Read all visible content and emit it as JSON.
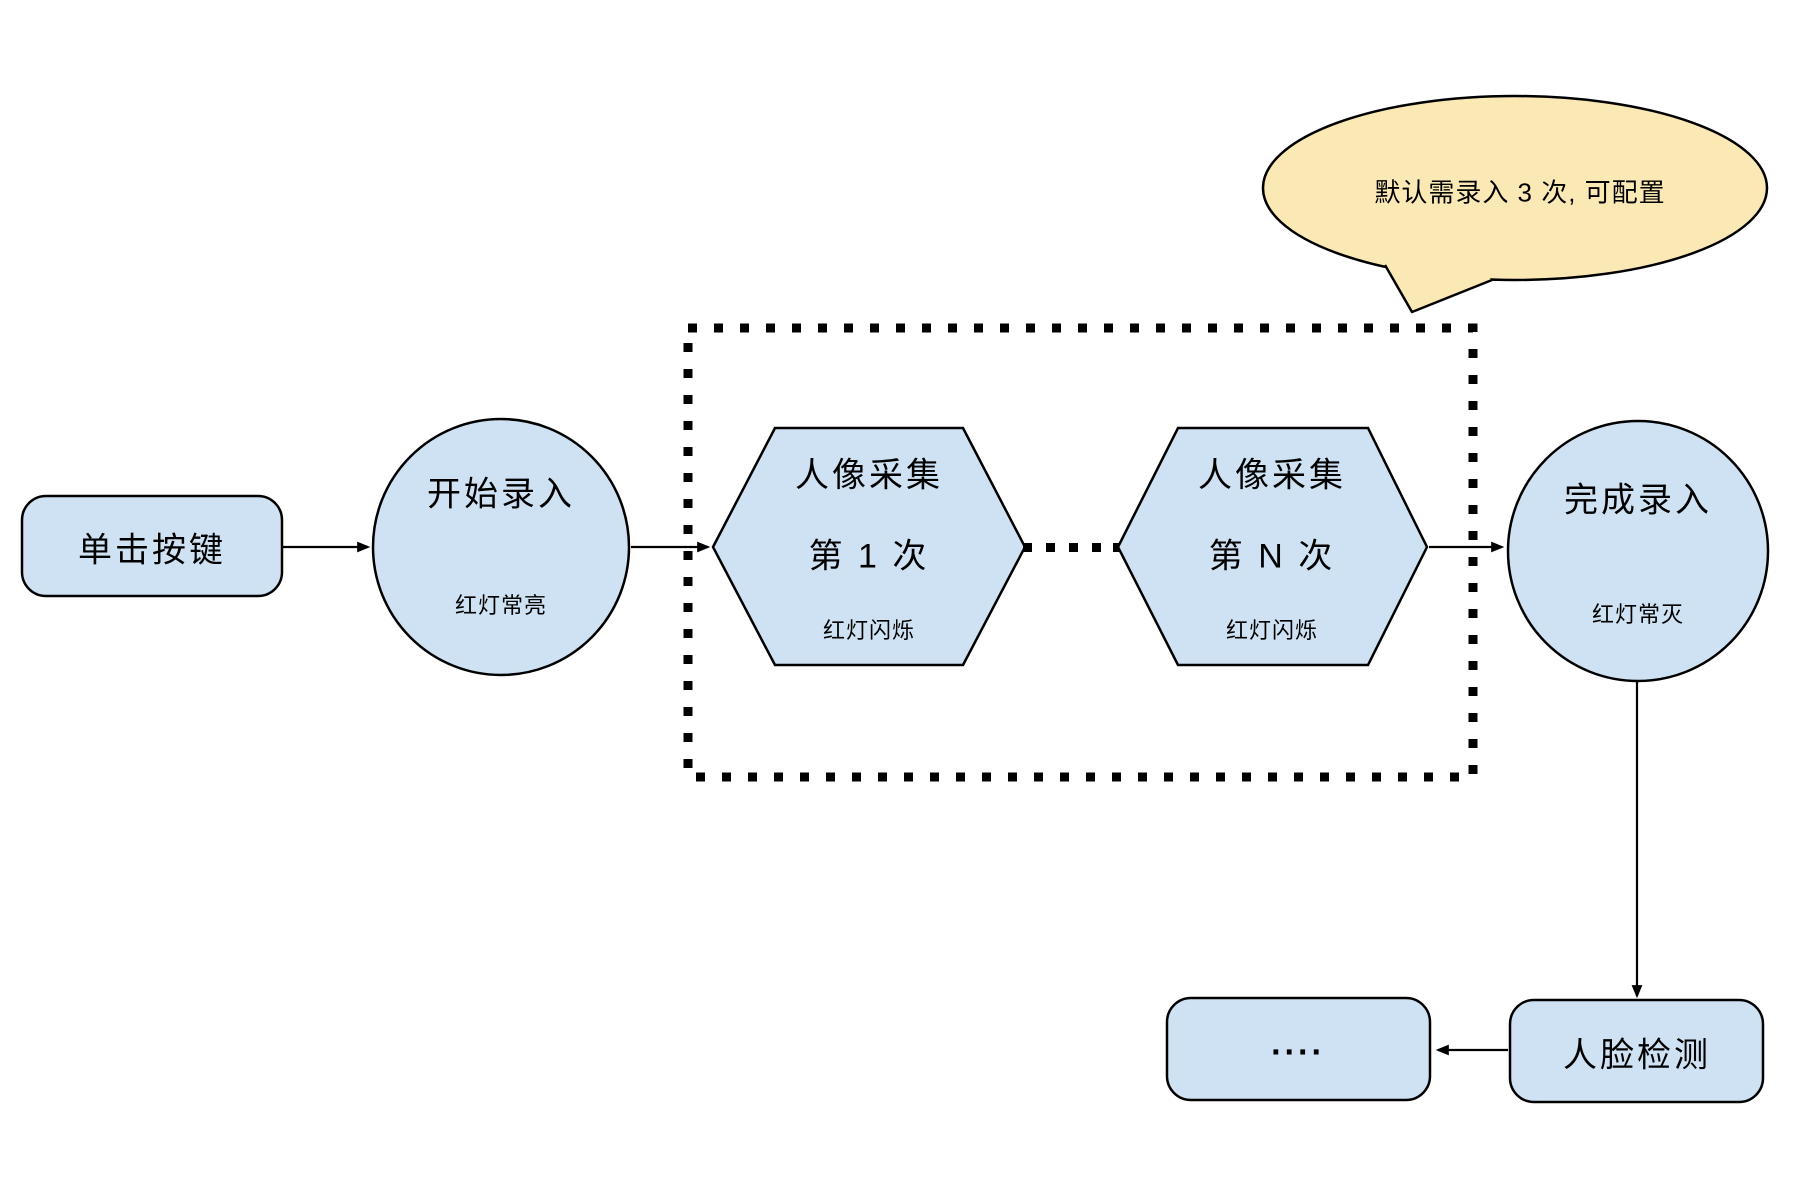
{
  "colors": {
    "node_fill": "#cfe2f3",
    "callout_fill": "#fbe9b5",
    "stroke": "#000000"
  },
  "nodes": {
    "click_button": {
      "label": "单击按键"
    },
    "start": {
      "title": "开始录入",
      "status": "红灯常亮"
    },
    "capture_1": {
      "title": "人像采集",
      "count": "第 1 次",
      "status": "红灯闪烁"
    },
    "capture_n": {
      "title": "人像采集",
      "count": "第 N 次",
      "status": "红灯闪烁"
    },
    "finish": {
      "title": "完成录入",
      "status": "红灯常灭"
    },
    "face_detection": {
      "label": "人脸检测"
    },
    "ellipsis_box": {
      "label": "...."
    }
  },
  "callout": {
    "text": "默认需录入 3 次, 可配置"
  }
}
